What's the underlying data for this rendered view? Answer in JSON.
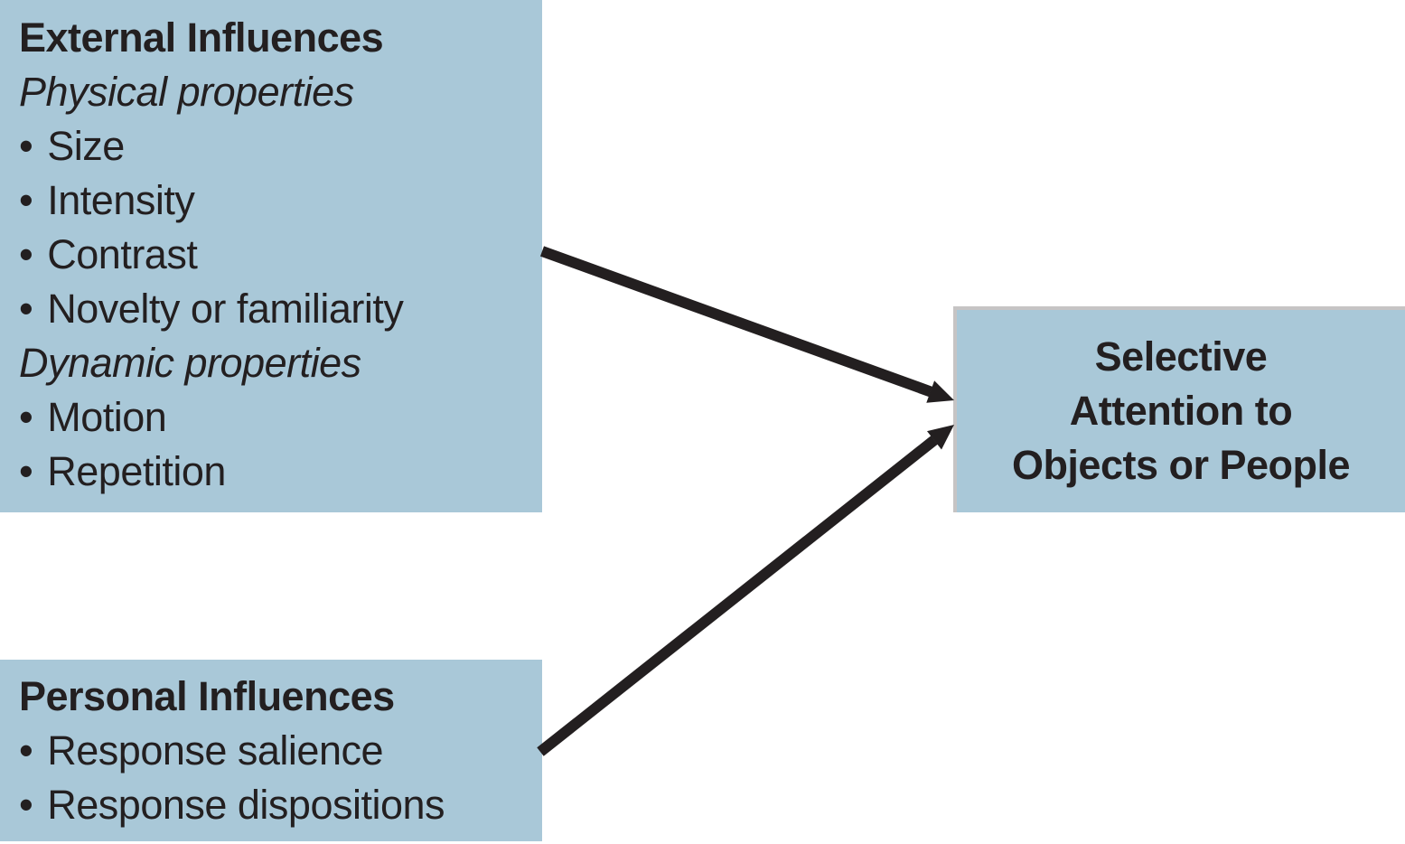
{
  "diagram": {
    "bullet_char": "•",
    "boxes": {
      "external": {
        "title": "External Influences",
        "sections": [
          {
            "subtitle": "Physical properties",
            "items": [
              "Size",
              "Intensity",
              "Contrast",
              "Novelty or familiarity"
            ]
          },
          {
            "subtitle": "Dynamic properties",
            "items": [
              "Motion",
              "Repetition"
            ]
          }
        ]
      },
      "personal": {
        "title": "Personal Influences",
        "items": [
          "Response salience",
          "Response dispositions"
        ]
      },
      "selective": {
        "lines": [
          "Selective",
          "Attention to",
          "Objects or People"
        ]
      }
    },
    "arrows": [
      {
        "name": "external-to-selective",
        "from": "external-influences-box",
        "to": "selective-attention-box"
      },
      {
        "name": "personal-to-selective",
        "from": "personal-influences-box",
        "to": "selective-attention-box"
      }
    ],
    "colors": {
      "box_fill": "#a9c8d8",
      "box_border": "#c6c4c4",
      "text": "#231f20",
      "arrow": "#231f20",
      "background": "#ffffff"
    }
  }
}
